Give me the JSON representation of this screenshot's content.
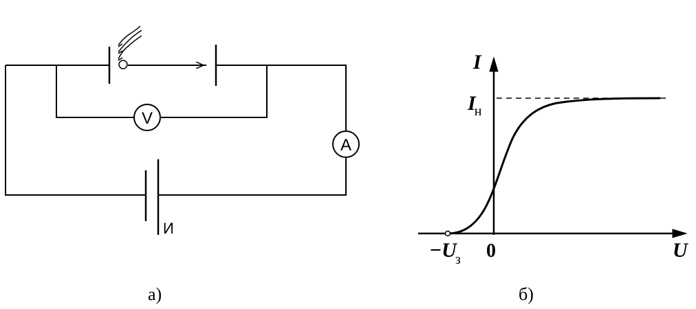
{
  "circuit": {
    "voltmeter_label": "V",
    "ammeter_label": "A",
    "source_label": "И",
    "caption": "а)"
  },
  "graph": {
    "y_axis_label": "I",
    "saturation_label_main": "I",
    "saturation_label_sub": "н",
    "x_axis_label": "U",
    "origin_label": "0",
    "stopping_label_main": "−U",
    "stopping_label_sub": "з",
    "caption": "б)"
  }
}
